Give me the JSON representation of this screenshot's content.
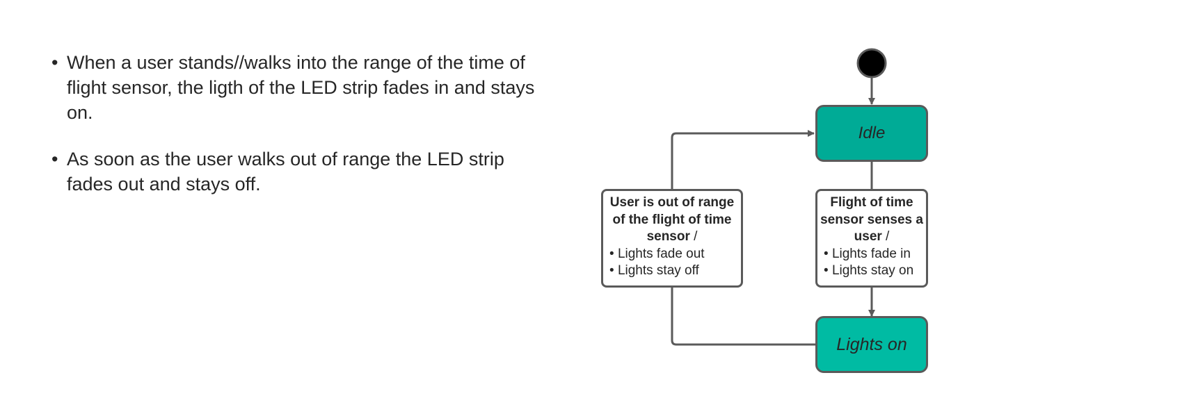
{
  "notes": [
    "When a user stands//walks into the range of the time of flight sensor, the ligth of the LED strip fades in and stays on.",
    "As soon as the user walks out of range the LED strip fades out and stays off."
  ],
  "bullet_char": "•",
  "states": {
    "idle": {
      "label": "Idle",
      "fill": "#00AB96"
    },
    "lights_on": {
      "label": "Lights on",
      "fill": "#00BBA3"
    }
  },
  "transitions": {
    "to_lights_on": {
      "condition": "Flight of time sensor senses a user",
      "separator": " /",
      "actions": [
        "Lights fade in",
        "Lights stay on"
      ]
    },
    "to_idle": {
      "condition": "User is out of range of the flight of time sensor",
      "separator": " /",
      "actions": [
        "Lights fade out",
        "Lights stay off"
      ]
    }
  },
  "colors": {
    "line": "#5a5a5a",
    "initial_node": "#000000",
    "text": "#262626"
  }
}
